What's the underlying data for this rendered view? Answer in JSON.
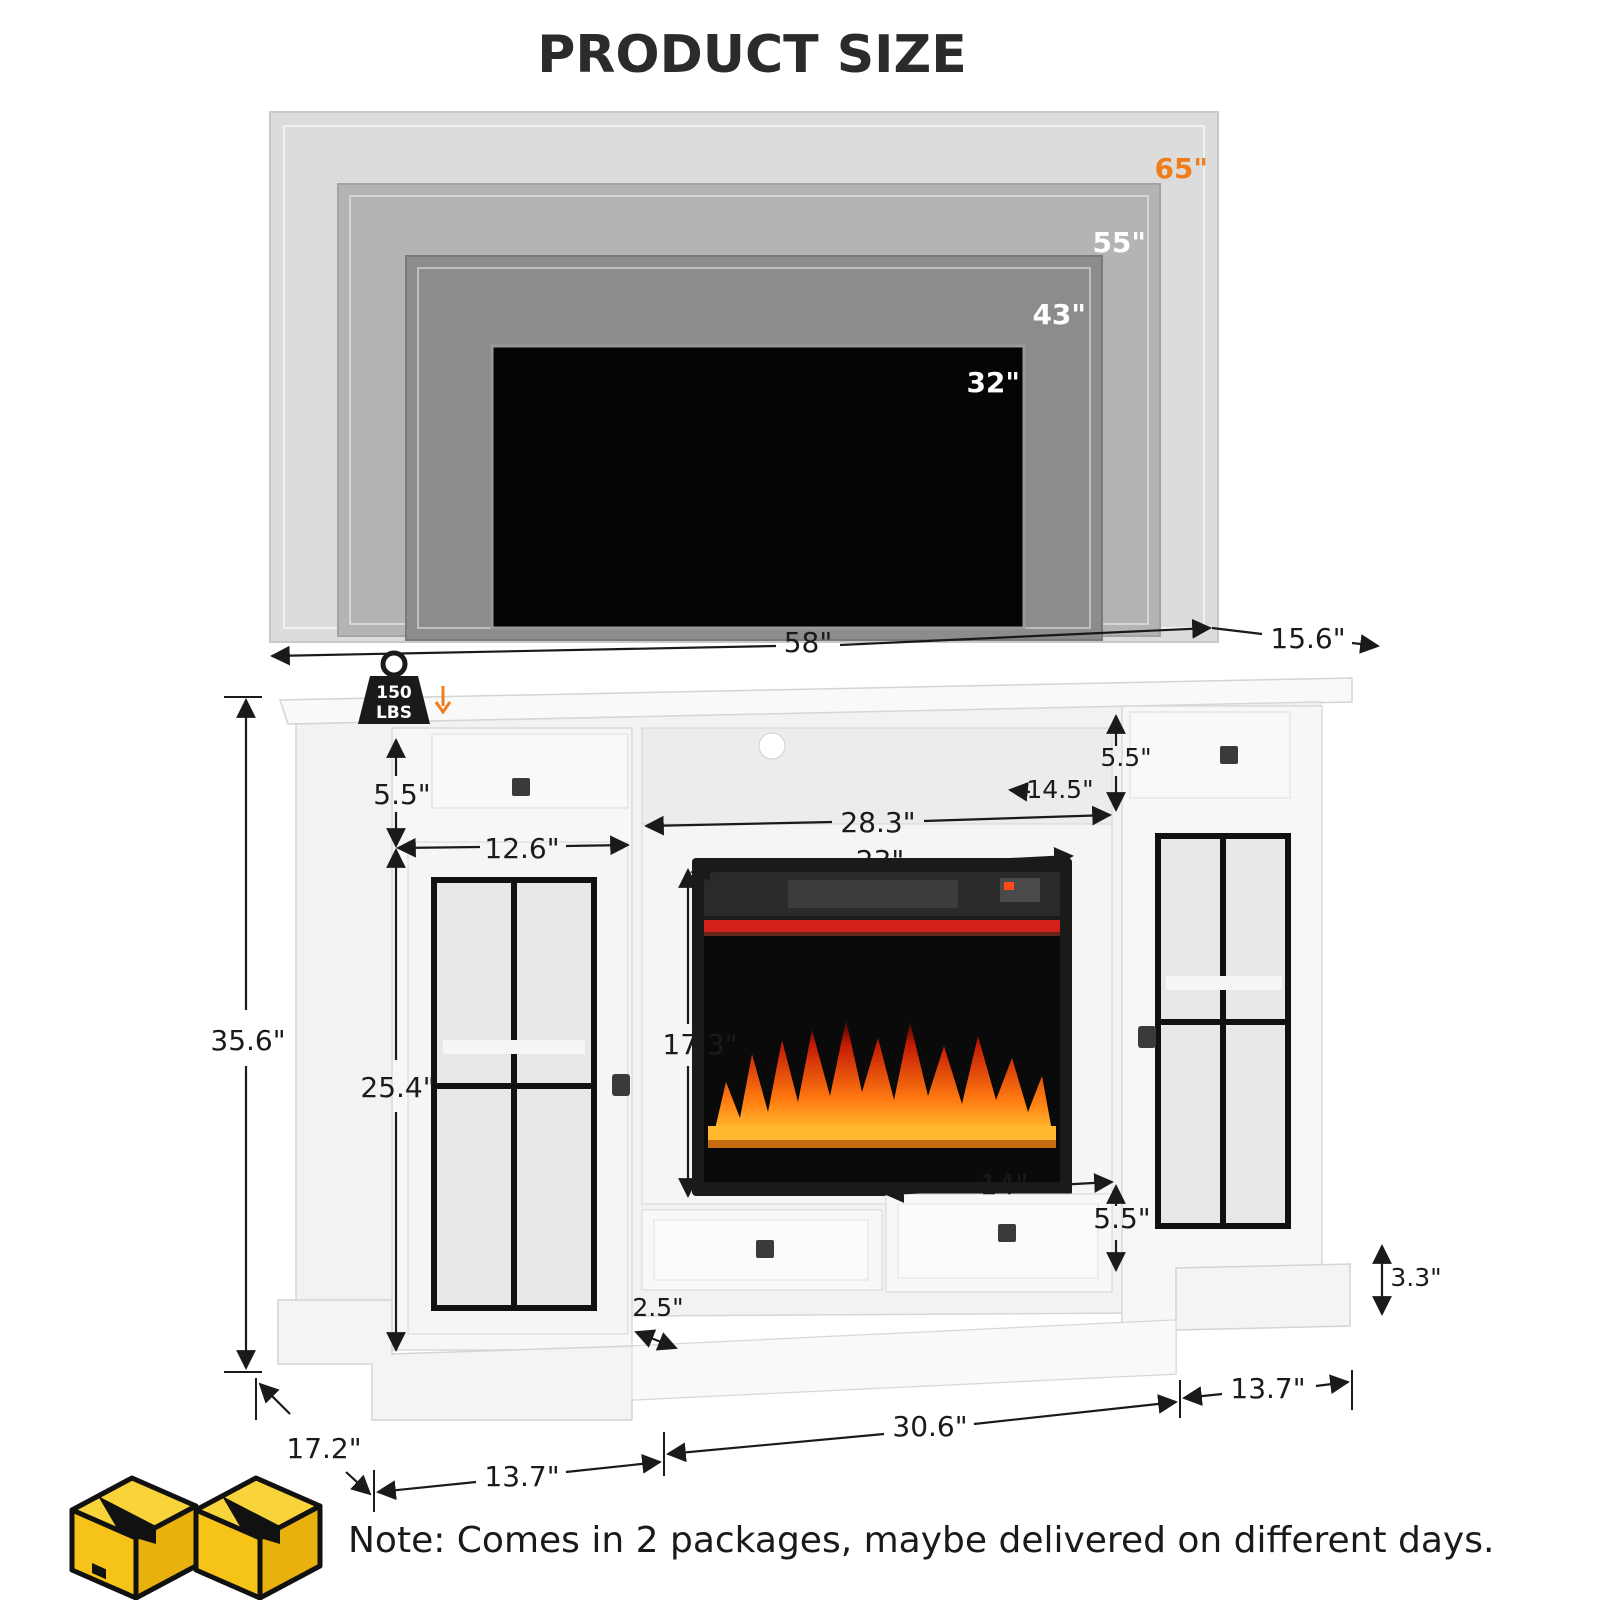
{
  "title": "PRODUCT SIZE",
  "colors": {
    "accent_65": "#f07d1a",
    "cabinet": "#f7f7f7",
    "package": "#f6c418",
    "screen": "#050505"
  },
  "tv_sizes": [
    "65\"",
    "55\"",
    "43\"",
    "32\""
  ],
  "weight": {
    "value": "150",
    "unit": "LBS"
  },
  "dimensions": {
    "top_width": "58\"",
    "top_depth": "15.6\"",
    "total_height": "35.6\"",
    "cabinet_height": "25.4\"",
    "drawer_height_left": "5.5\"",
    "drawer_height_right": "5.5\"",
    "side_width": "12.6\"",
    "shelf_depth": "14.5\"",
    "center_width": "28.3\"",
    "fireplace_width": "23\"",
    "fireplace_height": "17.3\"",
    "bottom_drawer_width": "14\"",
    "bottom_drawer_height": "5.5\"",
    "base_height": "3.3\"",
    "step_depth": "2.5\"",
    "base_width_center": "30.6\"",
    "base_side_left": "13.7\"",
    "base_side_right": "13.7\"",
    "base_depth": "17.2\""
  },
  "note": "Note: Comes in 2 packages, maybe delivered on different days."
}
